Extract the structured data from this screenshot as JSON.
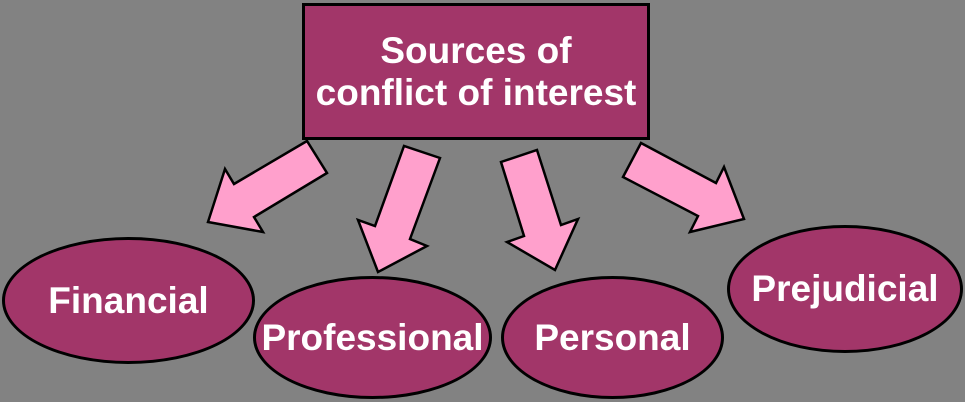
{
  "diagram": {
    "type": "flow-diagram",
    "title": {
      "line1": "Sources of",
      "line2": "conflict of interest",
      "full_text": "Sources of conflict of interest"
    },
    "nodes": [
      {
        "id": "financial",
        "label": "Financial"
      },
      {
        "id": "professional",
        "label": "Professional"
      },
      {
        "id": "personal",
        "label": "Personal"
      },
      {
        "id": "prejudicial",
        "label": "Prejudicial"
      }
    ],
    "arrows": [
      {
        "from": "sources-of-conflict-of-interest",
        "to": "financial"
      },
      {
        "from": "sources-of-conflict-of-interest",
        "to": "professional"
      },
      {
        "from": "sources-of-conflict-of-interest",
        "to": "personal"
      },
      {
        "from": "sources-of-conflict-of-interest",
        "to": "prejudicial"
      }
    ],
    "colors": {
      "background": "#828282",
      "shape_fill": "#A23669",
      "shape_border": "#000000",
      "arrow_fill": "#FFA0CC",
      "arrow_border": "#000000",
      "text": "#FFFFFF"
    }
  }
}
